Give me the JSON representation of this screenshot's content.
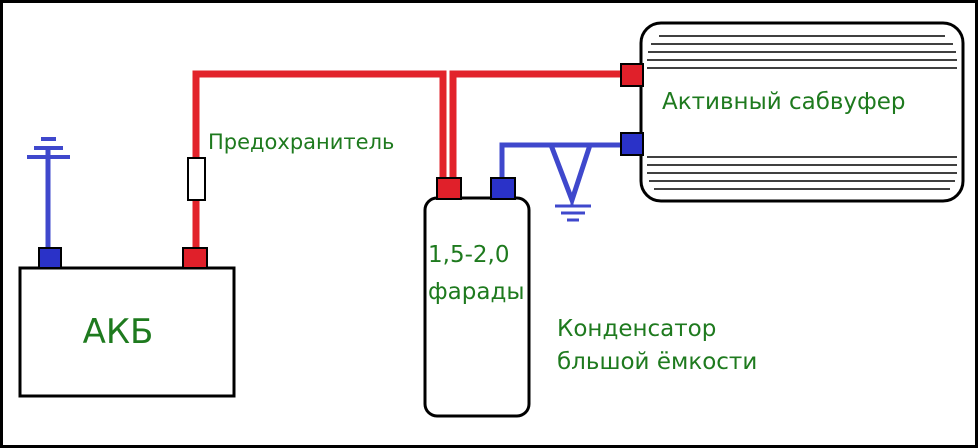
{
  "labels": {
    "battery": "АКБ",
    "fuse": "Предохранитель",
    "subwoofer": "Активный сабвуфер",
    "capacitance_line1": "1,5-2,0",
    "capacitance_line2": "фарады",
    "capacitor_line1": "Конденсатор",
    "capacitor_line2": "бльшой ёмкости"
  },
  "colors": {
    "background_frame": "#000000",
    "panel": "#ffffff",
    "outline": "#000000",
    "positive_wire": "#e2232b",
    "negative_wire": "#3f48cc",
    "positive_terminal": "#e0202a",
    "negative_terminal": "#2a32c8",
    "label_text": "#1e7a1e"
  },
  "icons": {
    "ground_battery": "ground-icon",
    "ground_capacitor": "ground-icon"
  }
}
